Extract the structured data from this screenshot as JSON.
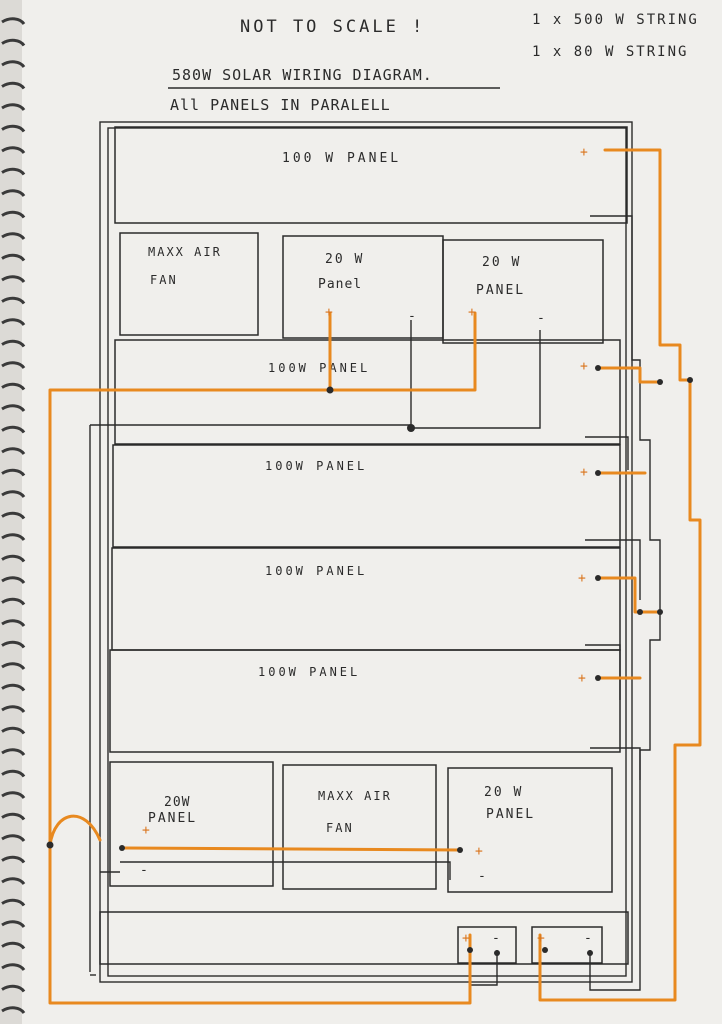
{
  "header": {
    "note": "NOT TO SCALE !",
    "strings": [
      "1 x 500 W STRING",
      "1 x 80 W STRING"
    ],
    "title": "580W SOLAR WIRING DIAGRAM.",
    "subtitle": "All PANELS IN PARALELL"
  },
  "panels": {
    "top_100": "100 W PANEL",
    "fan_top_line1": "MAXX AIR",
    "fan_top_line2": "FAN",
    "p20_a_line1": "20 W",
    "p20_a_line2": "Panel",
    "p20_b_line1": "20 W",
    "p20_b_line2": "PANEL",
    "p100_2": "100W PANEL",
    "p100_3": "100W PANEL",
    "p100_4": "100W PANEL",
    "p100_5": "100W PANEL",
    "p20_c_line1": "20W",
    "p20_c_line2": "PANEL",
    "fan_bottom_line1": "MAXX AIR",
    "fan_bottom_line2": "FAN",
    "p20_d_line1": "20 W",
    "p20_d_line2": "PANEL"
  },
  "terminals": {
    "positive": "+",
    "negative": "-"
  },
  "colors": {
    "paper": "#f0efec",
    "ink": "#2b2b2b",
    "positive_wire": "#e8891f"
  }
}
